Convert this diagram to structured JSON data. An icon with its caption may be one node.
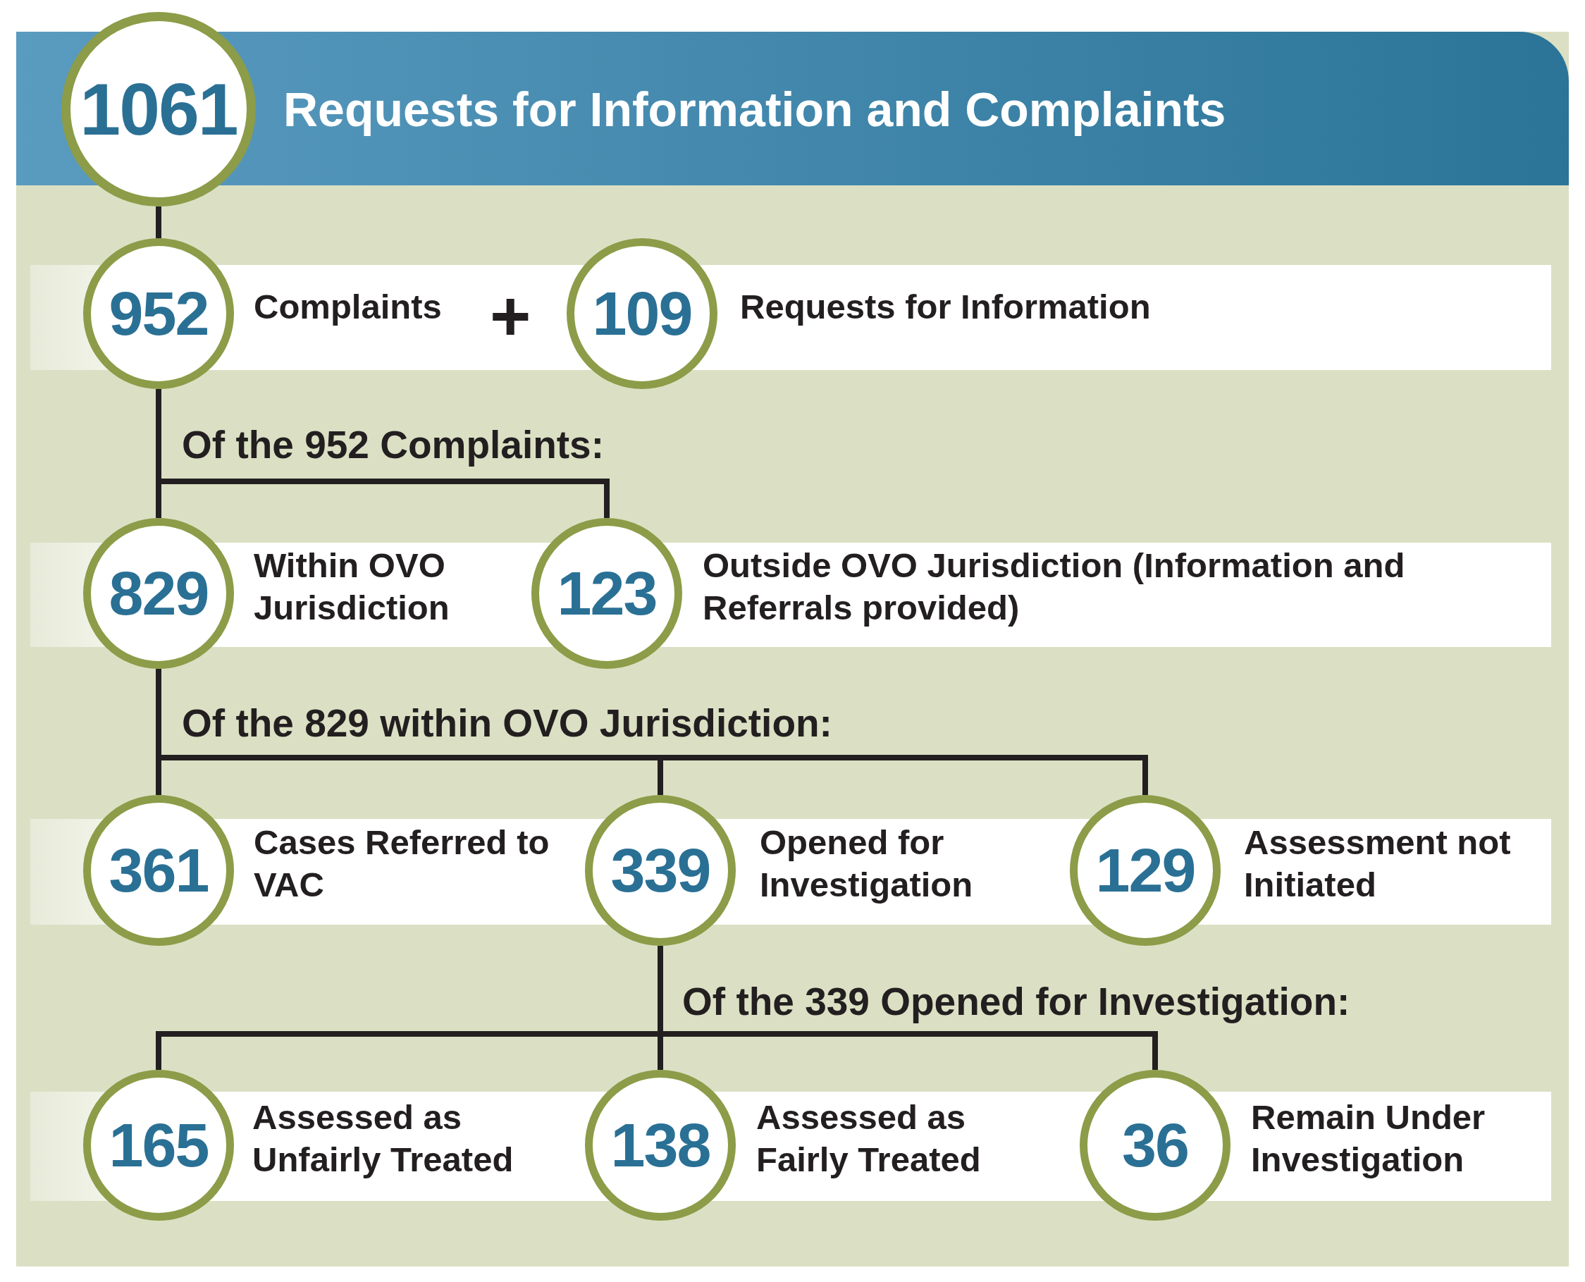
{
  "diagram": {
    "title": "Requests for Information and Complaints",
    "nodes": [
      {
        "text": [
          "1061"
        ]
      },
      {
        "text": [
          "952"
        ],
        "beside": [
          "Complaints"
        ]
      },
      {
        "text": [
          "109"
        ],
        "beside": [
          "Requests for Information"
        ]
      },
      {
        "text": [
          "829"
        ],
        "beside": [
          "Within OVO Jurisdiction"
        ]
      },
      {
        "text": [
          "123"
        ],
        "beside": [
          "Outside OVO Jurisdiction (Information and Referrals provided)"
        ]
      },
      {
        "text": [
          "361"
        ],
        "beside": [
          "Cases Referred to VAC"
        ]
      },
      {
        "text": [
          "339"
        ],
        "beside": [
          "Opened for Investigation"
        ]
      },
      {
        "text": [
          "129"
        ],
        "beside": [
          "Assessment not Initiated"
        ]
      },
      {
        "text": [
          "165"
        ],
        "beside": [
          "Assessed as Unfairly Treated"
        ]
      },
      {
        "text": [
          "138"
        ],
        "beside": [
          "Assessed as Fairly Treated"
        ]
      },
      {
        "text": [
          "36"
        ],
        "beside": [
          "Remain Under Investigation"
        ]
      }
    ],
    "edges": [
      {
        "from": 0,
        "to": 1,
        "arrow": "none"
      },
      {
        "from": 1,
        "to": 3,
        "arrow": "none"
      },
      {
        "from": 1,
        "to": 4,
        "arrow": "none"
      },
      {
        "from": 3,
        "to": 5,
        "arrow": "none"
      },
      {
        "from": 3,
        "to": 6,
        "arrow": "none"
      },
      {
        "from": 3,
        "to": 7,
        "arrow": "none"
      },
      {
        "from": 6,
        "to": 8,
        "arrow": "none"
      },
      {
        "from": 6,
        "to": 9,
        "arrow": "none"
      },
      {
        "from": 6,
        "to": 10,
        "arrow": "none"
      }
    ],
    "labels": [
      "+",
      "Of the 952 Complaints:",
      "Of the 829 within OVO Jurisdiction:",
      "Of the 339 Opened for Investigation:"
    ]
  }
}
